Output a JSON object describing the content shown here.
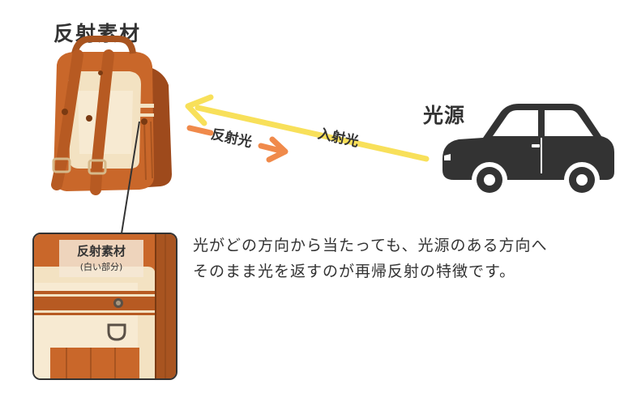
{
  "labels": {
    "reflective_material": "反射素材",
    "light_source": "光源",
    "reflected_light": "反射光",
    "incident_light": "入射光"
  },
  "inset": {
    "title": "反射素材",
    "subtitle": "(白い部分)"
  },
  "explanation": {
    "line1": "光がどの方向から当たっても、光源のある方向へ",
    "line2": "そのまま光を返すのが再帰反射の特徴です。"
  },
  "colors": {
    "incident_arrow": "#f8e05a",
    "reflected_arrow": "#f08a4b",
    "bag_leather": "#c9672a",
    "bag_cream": "#f3e2c2",
    "car": "#333333"
  },
  "icons": {
    "car": "car-icon",
    "bag": "school-backpack-illustration"
  }
}
